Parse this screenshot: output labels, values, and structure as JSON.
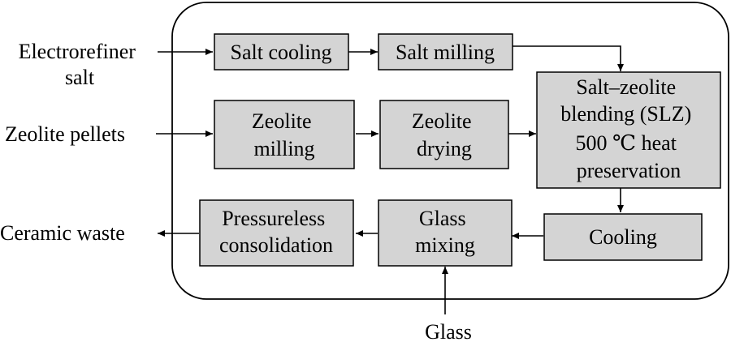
{
  "inputs": {
    "electrorefiner_salt": [
      "Electrorefiner",
      "salt"
    ],
    "zeolite_pellets": "Zeolite pellets",
    "glass": "Glass"
  },
  "output": {
    "ceramic_waste": "Ceramic waste"
  },
  "steps": {
    "salt_cooling": [
      "Salt cooling"
    ],
    "salt_milling": [
      "Salt milling"
    ],
    "zeolite_milling": [
      "Zeolite",
      "milling"
    ],
    "zeolite_drying": [
      "Zeolite",
      "drying"
    ],
    "slz_blending": [
      "Salt–zeolite",
      "blending (SLZ)",
      "500 ℃ heat",
      "preservation"
    ],
    "cooling": [
      "Cooling"
    ],
    "glass_mixing": [
      "Glass",
      "mixing"
    ],
    "pressureless_consolidation": [
      "Pressureless",
      "consolidation"
    ]
  }
}
